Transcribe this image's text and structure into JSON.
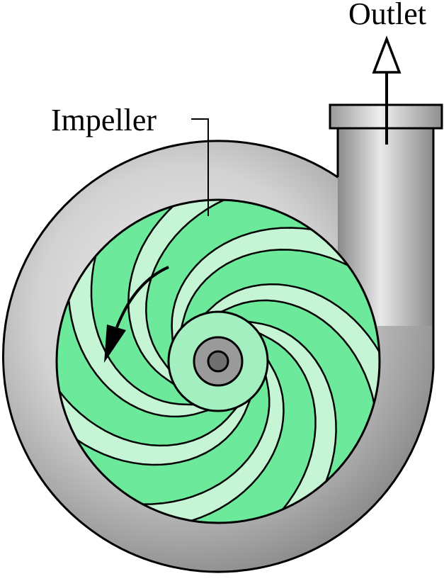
{
  "labels": {
    "outlet": "Outlet",
    "impeller": "Impeller"
  },
  "colors": {
    "casing_light": "#eeeeee",
    "casing_mid": "#c9c9c9",
    "casing_dark": "#8e8e8e",
    "impeller_dark": "#6ce99a",
    "impeller_light": "#c6f5d6",
    "hub": "#a3efc0",
    "shaft": "#9a9a9a",
    "shaft_core": "#707070",
    "outline": "#000000"
  },
  "icons": {
    "rotation_arrow": "curved-arrow-counterclockwise",
    "outlet_arrow": "hollow-up-arrow"
  }
}
